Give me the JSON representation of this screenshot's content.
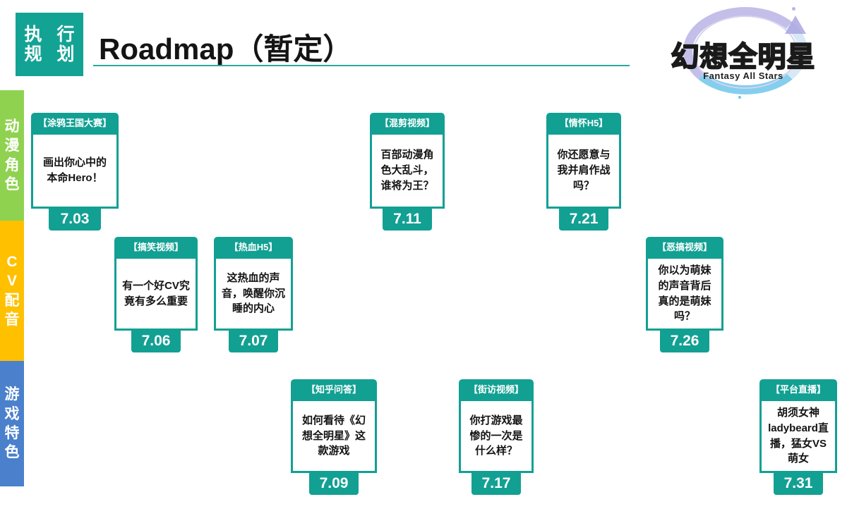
{
  "header": {
    "badge_lines": [
      "执 行",
      "规 划"
    ],
    "title": "Roadmap（暂定）",
    "accent_color": "#12a093"
  },
  "logo": {
    "cn_name": "幻想全明星",
    "en_name": "Fantasy All Stars"
  },
  "sidebar": {
    "items": [
      {
        "name": "anime-character",
        "chars": [
          "动",
          "漫",
          "角",
          "色"
        ],
        "color": "#8fd24f"
      },
      {
        "name": "cv-dubbing",
        "chars": [
          "C",
          "V",
          "配",
          "音"
        ],
        "color": "#ffc000"
      },
      {
        "name": "game-feature",
        "chars": [
          "游",
          "戏",
          "特",
          "色"
        ],
        "color": "#4a80cc"
      }
    ]
  },
  "cards": [
    {
      "tag": "【涂鸦王国大赛】",
      "text": "画出你心中的本命Hero！",
      "date": "7.03",
      "lane": "anime-character"
    },
    {
      "tag": "【搞笑视频】",
      "text": "有一个好CV究竟有多么重要",
      "date": "7.06",
      "lane": "cv-dubbing"
    },
    {
      "tag": "【热血H5】",
      "text": "这热血的声音，唤醒你沉睡的内心",
      "date": "7.07",
      "lane": "cv-dubbing"
    },
    {
      "tag": "【知乎问答】",
      "text": "如何看待《幻想全明星》这款游戏",
      "date": "7.09",
      "lane": "game-feature"
    },
    {
      "tag": "【混剪视频】",
      "text": "百部动漫角色大乱斗，谁将为王？",
      "date": "7.11",
      "lane": "anime-character"
    },
    {
      "tag": "【街访视频】",
      "text": "你打游戏最惨的一次是什么样？",
      "date": "7.17",
      "lane": "game-feature"
    },
    {
      "tag": "【情怀H5】",
      "text": "你还愿意与我并肩作战吗？",
      "date": "7.21",
      "lane": "anime-character"
    },
    {
      "tag": "【恶搞视频】",
      "text": "你以为萌妹的声音背后真的是萌妹吗？",
      "date": "7.26",
      "lane": "cv-dubbing"
    },
    {
      "tag": "【平台直播】",
      "text": "胡须女神ladybeard直播，猛女VS萌女",
      "date": "7.31",
      "lane": "game-feature"
    }
  ]
}
